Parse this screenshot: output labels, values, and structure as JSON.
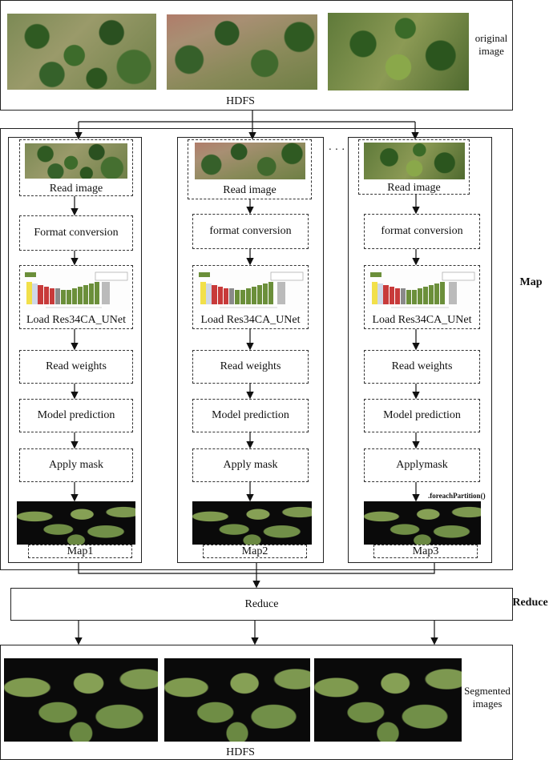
{
  "top": {
    "storage_label": "HDFS",
    "side_label": "original image"
  },
  "map_section": {
    "label": "Map",
    "ellipsis": "· · ·",
    "columns": [
      {
        "steps": [
          "Read image",
          "Format conversion",
          "Load Res34CA_UNet",
          "Read weights",
          "Model prediction",
          "Apply mask"
        ],
        "output": "Map1"
      },
      {
        "steps": [
          "Read image",
          "format conversion",
          "Load Res34CA_UNet",
          "Read weights",
          "Model prediction",
          "Apply mask"
        ],
        "output": "Map2"
      },
      {
        "steps": [
          "Read image",
          "format conversion",
          "Load Res34CA_UNet",
          "Read weights",
          "Model prediction",
          "Applymask"
        ],
        "output": "Map3",
        "annotation": ".foreachPartition()"
      }
    ]
  },
  "reduce_section": {
    "box_label": "Reduce",
    "side_label": "Reduce"
  },
  "bottom": {
    "storage_label": "HDFS",
    "side_label": "Segmented images"
  }
}
